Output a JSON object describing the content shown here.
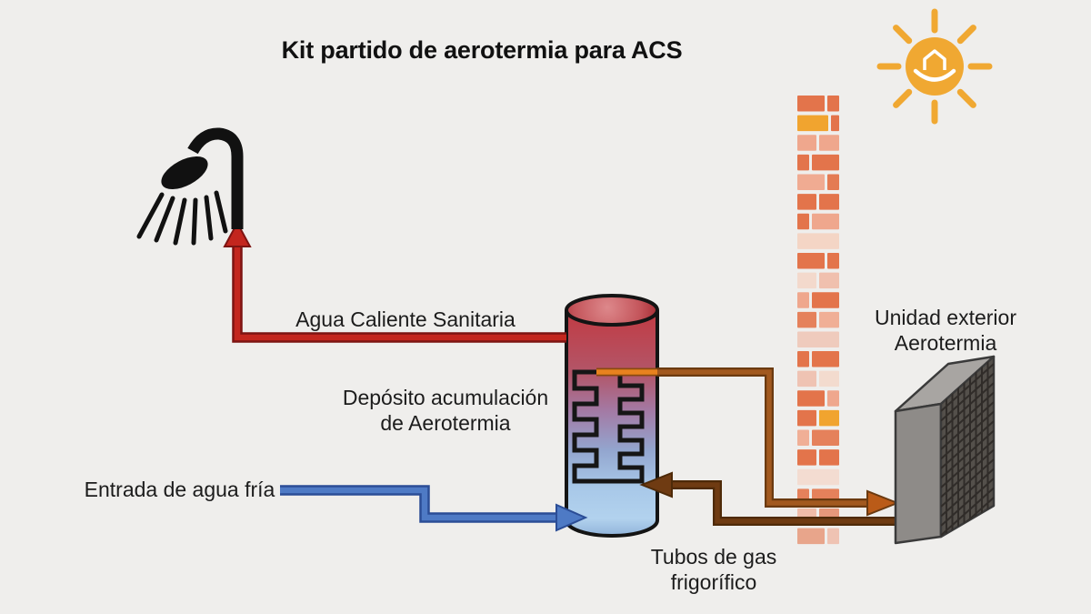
{
  "title": "Kit partido de aerotermia para ACS",
  "labels": {
    "hot_water": "Agua Caliente Sanitaria",
    "tank": "Depósito acumulación\nde Aerotermia",
    "cold_water": "Entrada de agua fría",
    "gas_pipes": "Tubos de gas\nfrigorífico",
    "outdoor_unit": "Unidad exterior\nAerotermia"
  },
  "icons": {
    "shower": "shower-head with spray lines",
    "sun": "sun with 8 rays and white house-smile logo",
    "tank": "cylinder with hot-to-cold gradient and heat-exchanger coil",
    "wall": "vertical brick wall column",
    "outdoor_unit": "3D gray box with air grille"
  },
  "colors": {
    "background": "#efeeec",
    "text": "#1c1c1c",
    "pipe_hot": "#c3261e",
    "pipe_hot_edge": "#7d1412",
    "pipe_cold": "#4e7ac5",
    "pipe_cold_edge": "#2b4d96",
    "pipe_gas_out": "#a2591f",
    "pipe_gas_out_edge": "#6b3a10",
    "pipe_gas_arrow": "#ba5b18",
    "pipe_gas_return": "#6f3b12",
    "pipe_gas_return_edge": "#4e2a08",
    "coil": "#161616",
    "coil_pipe_orange": "#e8821e",
    "coil_pipe_orange_edge": "#8a4a10",
    "sun": "#f0a832",
    "tank_outline": "#141414",
    "tank_top_center": "#dd888b",
    "tank_top_mid": "#c4555b",
    "tank_top_edge": "#a62d34",
    "unit_top": "#a8a5a2",
    "unit_side": "#8e8b88",
    "unit_grille": "#54504b",
    "unit_grille_line": "#302c29",
    "unit_outline": "#3a3a3a",
    "shower": "#111111"
  },
  "tank_gradient": [
    "#c23a42",
    "#b25669",
    "#a37ba6",
    "#93a6cf",
    "#a8c8e8",
    "#b2d2ee",
    "#8fb2d9"
  ],
  "tank_gradient_offsets": [
    0,
    0.28,
    0.45,
    0.62,
    0.78,
    0.92,
    1
  ],
  "wall": {
    "palette": {
      "O": "#e3744b",
      "S": "#efa78d",
      "P": "#f5cebb",
      "Y": "#f1a42f"
    },
    "rows": [
      {
        "o": 1.0,
        "b": [
          [
            30,
            "O"
          ],
          [
            13,
            "O"
          ]
        ]
      },
      {
        "o": 1.0,
        "b": [
          [
            34,
            "Y"
          ],
          [
            9,
            "O"
          ]
        ]
      },
      {
        "o": 1.0,
        "b": [
          [
            21,
            "S"
          ],
          [
            22,
            "S"
          ]
        ]
      },
      {
        "o": 1.0,
        "b": [
          [
            13,
            "O"
          ],
          [
            30,
            "O"
          ]
        ]
      },
      {
        "o": 0.95,
        "b": [
          [
            30,
            "S"
          ],
          [
            13,
            "O"
          ]
        ]
      },
      {
        "o": 1.0,
        "b": [
          [
            21,
            "O"
          ],
          [
            22,
            "O"
          ]
        ]
      },
      {
        "o": 1.0,
        "b": [
          [
            13,
            "O"
          ],
          [
            30,
            "S"
          ]
        ]
      },
      {
        "o": 0.8,
        "b": [
          [
            46,
            "P"
          ]
        ]
      },
      {
        "o": 1.0,
        "b": [
          [
            30,
            "O"
          ],
          [
            13,
            "O"
          ]
        ]
      },
      {
        "o": 0.65,
        "b": [
          [
            21,
            "P"
          ],
          [
            22,
            "S"
          ]
        ]
      },
      {
        "o": 1.0,
        "b": [
          [
            13,
            "S"
          ],
          [
            30,
            "O"
          ]
        ]
      },
      {
        "o": 0.9,
        "b": [
          [
            21,
            "O"
          ],
          [
            22,
            "S"
          ]
        ]
      },
      {
        "o": 0.5,
        "b": [
          [
            46,
            "S"
          ]
        ]
      },
      {
        "o": 1.0,
        "b": [
          [
            13,
            "O"
          ],
          [
            30,
            "O"
          ]
        ]
      },
      {
        "o": 0.6,
        "b": [
          [
            21,
            "S"
          ],
          [
            22,
            "P"
          ]
        ]
      },
      {
        "o": 1.0,
        "b": [
          [
            30,
            "O"
          ],
          [
            13,
            "S"
          ]
        ]
      },
      {
        "o": 1.0,
        "b": [
          [
            21,
            "O"
          ],
          [
            22,
            "Y"
          ]
        ]
      },
      {
        "o": 0.9,
        "b": [
          [
            13,
            "S"
          ],
          [
            30,
            "O"
          ]
        ]
      },
      {
        "o": 1.0,
        "b": [
          [
            21,
            "O"
          ],
          [
            22,
            "O"
          ]
        ]
      },
      {
        "o": 0.55,
        "b": [
          [
            46,
            "P"
          ]
        ]
      },
      {
        "o": 0.9,
        "b": [
          [
            13,
            "O"
          ],
          [
            30,
            "O"
          ]
        ]
      },
      {
        "o": 0.7,
        "b": [
          [
            21,
            "S"
          ],
          [
            22,
            "O"
          ]
        ]
      },
      {
        "o": 0.6,
        "b": [
          [
            30,
            "O"
          ],
          [
            13,
            "S"
          ]
        ]
      }
    ]
  }
}
